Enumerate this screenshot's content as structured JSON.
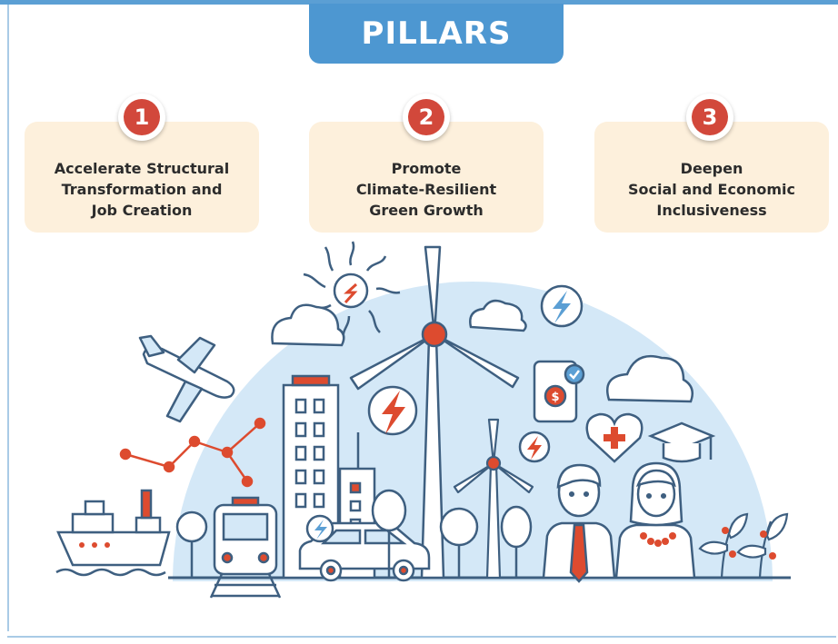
{
  "header": {
    "title": "PILLARS"
  },
  "pillars": [
    {
      "number": "1",
      "text": "Accelerate Structural\nTransformation and\nJob Creation"
    },
    {
      "number": "2",
      "text": "Promote\nClimate-Resilient\nGreen Growth"
    },
    {
      "number": "3",
      "text": "Deepen\nSocial and Economic\nInclusiveness"
    }
  ],
  "colors": {
    "title_bg": "#4d97d1",
    "badge_red": "#d2483b",
    "card_bg": "#fdf0dc",
    "outline": "#3e5f80",
    "sky_blue": "#d4e8f7",
    "accent_red": "#dd4b2f"
  },
  "illustration": {
    "icons": [
      "sun-icon",
      "cloud-icon",
      "airplane-icon",
      "network-nodes-icon",
      "wind-turbine-icon",
      "lightning-bolt-icon",
      "smartphone-payment-icon",
      "heart-medical-icon",
      "graduation-cap-icon",
      "cargo-ship-icon",
      "train-icon",
      "car-icon",
      "office-building-icon",
      "man-icon",
      "woman-icon",
      "tree-icon",
      "plant-icon"
    ]
  }
}
